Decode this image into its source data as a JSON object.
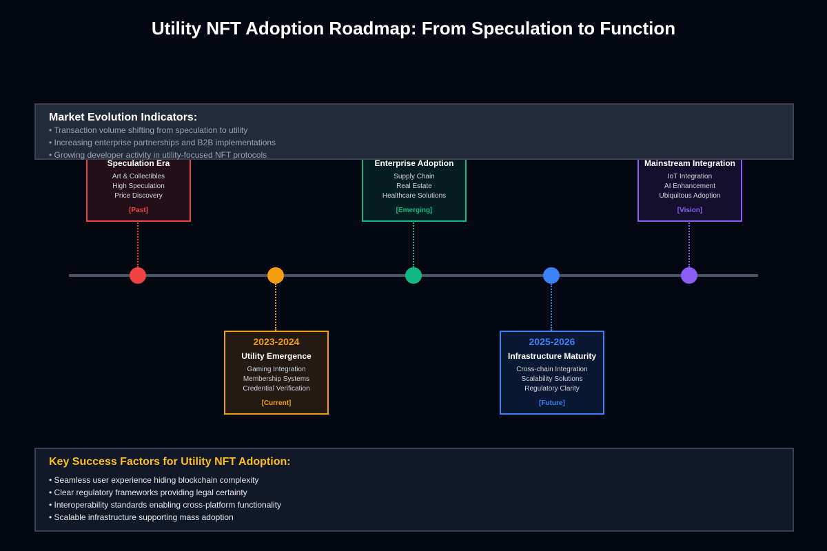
{
  "title": "Utility NFT Adoption Roadmap: From Speculation to Function",
  "milestones": [
    {
      "year": "",
      "name": "Speculation Era",
      "items": [
        "Art & Collectibles",
        "High Speculation",
        "Price Discovery"
      ],
      "status": "[Past]",
      "color": "#ef4444",
      "bg": "#231018",
      "position": "above"
    },
    {
      "year": "2023-2024",
      "name": "Utility Emergence",
      "items": [
        "Gaming Integration",
        "Membership Systems",
        "Credential Verification"
      ],
      "status": "[Current]",
      "color": "#f59e0b",
      "bg": "#231a14",
      "position": "below"
    },
    {
      "year": "",
      "name": "Enterprise Adoption",
      "items": [
        "Supply Chain",
        "Real Estate",
        "Healthcare Solutions"
      ],
      "status": "[Emerging]",
      "color": "#10b981",
      "bg": "#061e20",
      "position": "above"
    },
    {
      "year": "2025-2026",
      "name": "Infrastructure Maturity",
      "items": [
        "Cross-chain Integration",
        "Scalability Solutions",
        "Regulatory Clarity"
      ],
      "status": "[Future]",
      "color": "#3b82f6",
      "bg": "#0b1833",
      "position": "below"
    },
    {
      "year": "",
      "name": "Mainstream Integration",
      "items": [
        "IoT Integration",
        "AI Enhancement",
        "Ubiquitous Adoption"
      ],
      "status": "[Vision]",
      "color": "#8b5cf6",
      "bg": "#150f2e",
      "position": "above"
    }
  ],
  "market": {
    "heading": "Market Evolution Indicators:",
    "lines": [
      "• Transaction volume shifting from speculation to utility",
      "• Increasing enterprise partnerships and B2B implementations",
      "• Growing developer activity in utility-focused NFT protocols"
    ]
  },
  "factors": {
    "heading": "Key Success Factors for Utility NFT Adoption:",
    "lines": [
      "• Seamless user experience hiding blockchain complexity",
      "• Clear regulatory frameworks providing legal certainty",
      "• Interoperability standards enabling cross-platform functionality",
      "• Scalable infrastructure supporting mass adoption"
    ]
  }
}
